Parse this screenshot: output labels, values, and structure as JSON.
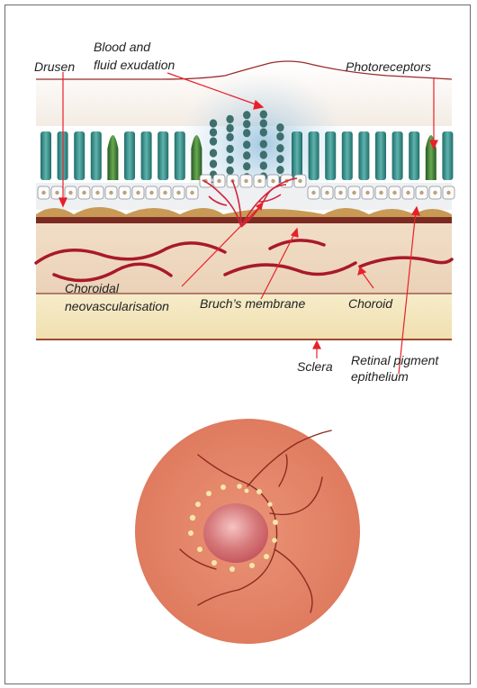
{
  "labels": {
    "drusen": "Drusen",
    "blood_line1": "Blood and",
    "blood_line2": "fluid exudation",
    "photoreceptors": "Photoreceptors",
    "cnv_line1": "Choroidal",
    "cnv_line2": "neovascularisation",
    "bruchs": "Bruch’s membrane",
    "choroid": "Choroid",
    "sclera": "Sclera",
    "rpe_line1": "Retinal pigment",
    "rpe_line2": "epithelium"
  },
  "colors": {
    "pointer": "#e8202a",
    "rod": "#2f8a86",
    "cone": "#3a7d3b",
    "vessel": "#a8192a",
    "bruchs_band": "#7a2a22",
    "choroid_bg": "#efdcc6",
    "sclera_bg": "#f3e6c0",
    "fundus": "#e4886a"
  }
}
